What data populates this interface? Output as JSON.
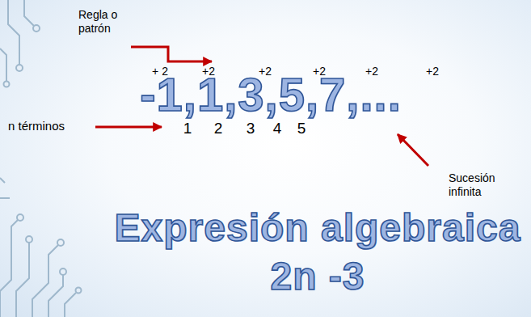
{
  "diagram": {
    "labels": [
      "Regla o patrón",
      "+ 2",
      "+2",
      "+2",
      "+2",
      "+2",
      "+2",
      "-1,1,3,5,7,...",
      "n términos",
      "1",
      "2",
      "3",
      "4",
      "5",
      "Sucesión infinita",
      "Expresión algebraica",
      "2n -3"
    ]
  }
}
